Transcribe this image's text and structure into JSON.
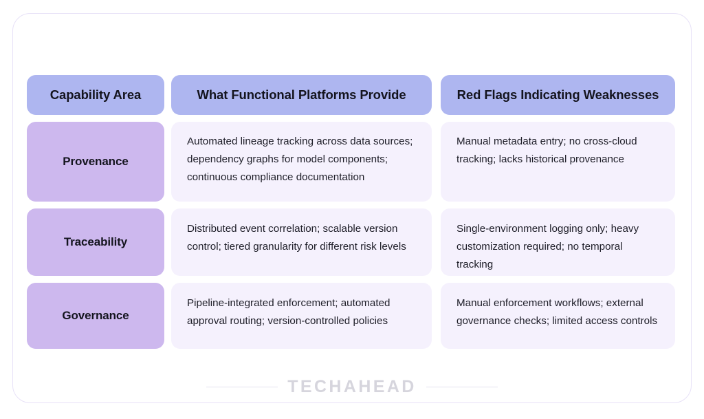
{
  "card": {
    "accent_header": "#aeb6f0",
    "accent_label": "#cdb8ee",
    "accent_cell": "#f5f1fd",
    "border_color": "#e7e1f7"
  },
  "table": {
    "headers": [
      "Capability Area",
      "What Functional Platforms Provide",
      "Red Flags Indicating Weaknesses"
    ],
    "rows": [
      {
        "capability_area": "Provenance",
        "platforms_provide": "Automated lineage tracking across data sources; dependency graphs for model components; continuous compliance documentation",
        "red_flags": "Manual metadata entry; no cross-cloud tracking; lacks historical provenance"
      },
      {
        "capability_area": "Traceability",
        "platforms_provide": "Distributed event correlation; scalable version control; tiered granularity for different risk levels",
        "red_flags": "Single-environment logging only; heavy customization required; no temporal tracking"
      },
      {
        "capability_area": "Governance",
        "platforms_provide": "Pipeline-integrated enforcement; automated approval routing; version-controlled policies",
        "red_flags": "Manual enforcement workflows; external governance checks; limited access controls"
      }
    ]
  },
  "footer": {
    "brand": "TECHAHEAD",
    "brand_color": "#d6d5dd"
  }
}
